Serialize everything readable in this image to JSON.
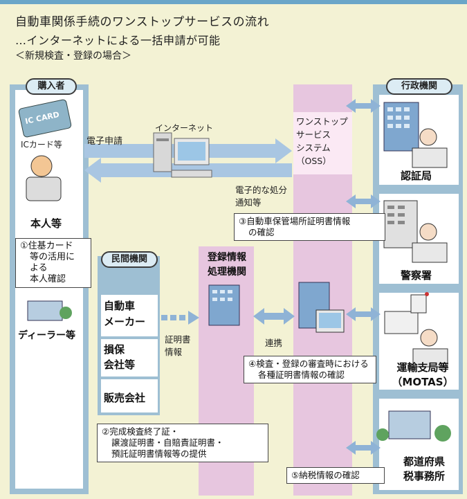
{
  "title": "自動車関係手続のワンストップサービスの流れ",
  "subtitle": "…インターネットによる一括申請が可能",
  "scope": "＜新規検査・登録の場合＞",
  "buyer": {
    "tag": "購入者",
    "ic_label": "ICカード等",
    "ic_card_text": "IC CARD",
    "person_label": "本人等",
    "note1": [
      "①住基カード",
      "等の活用に",
      "よる",
      "本人確認"
    ],
    "dealer": "ディーラー等"
  },
  "flow": {
    "e_app": "電子申請",
    "internet": "インターネット",
    "notice": [
      "電子的な処分",
      "通知等"
    ]
  },
  "oss": [
    "ワンストップ",
    "サービス",
    "システム",
    "（OSS）"
  ],
  "private": {
    "tag": "民間機関",
    "items": [
      [
        "自動車",
        "メーカー"
      ],
      [
        "損保",
        "会社等"
      ],
      [
        "販売会社"
      ]
    ]
  },
  "certificate_info": [
    "証明書",
    "情報"
  ],
  "registry": [
    "登録情報",
    "処理機関"
  ],
  "link": "連携",
  "notes": {
    "n2": [
      "②完成検査終了証・",
      "譲渡証明書・自賠責証明書・",
      "預託証明書情報等の提供"
    ],
    "n3": [
      "③自動車保管場所証明書情報",
      "の確認"
    ],
    "n4": [
      "④検査・登録の審査時における",
      "各種証明書情報の確認"
    ],
    "n5": "⑤納税情報の確認"
  },
  "gov": {
    "tag": "行政機関",
    "items": [
      [
        "認証局"
      ],
      [
        "警察署"
      ],
      [
        "運輸支局等",
        "（MOTAS）"
      ],
      [
        "都道府県",
        "税事務所"
      ]
    ]
  },
  "colors": {
    "background": "#f3f2d4",
    "blue_band": "#9ebfd3",
    "pink_band": "#e7c6df",
    "arrow": "#8fb3d6",
    "accent_blue": "#6aa6c8"
  }
}
